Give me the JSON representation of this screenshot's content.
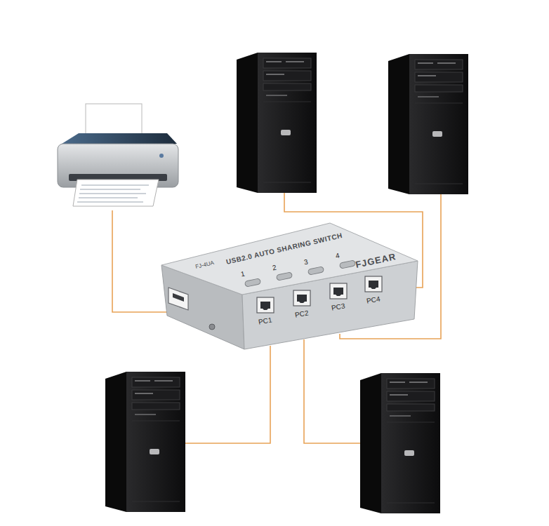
{
  "diagram": {
    "nodes": [
      {
        "text": [
          "USB2.0 AUTO SHARING SWITCH",
          "FJGEAR",
          "FJ-4UA"
        ]
      }
    ],
    "labels": [
      "1",
      "2",
      "3",
      "4",
      "PC1",
      "PC2",
      "PC3",
      "PC4"
    ]
  }
}
